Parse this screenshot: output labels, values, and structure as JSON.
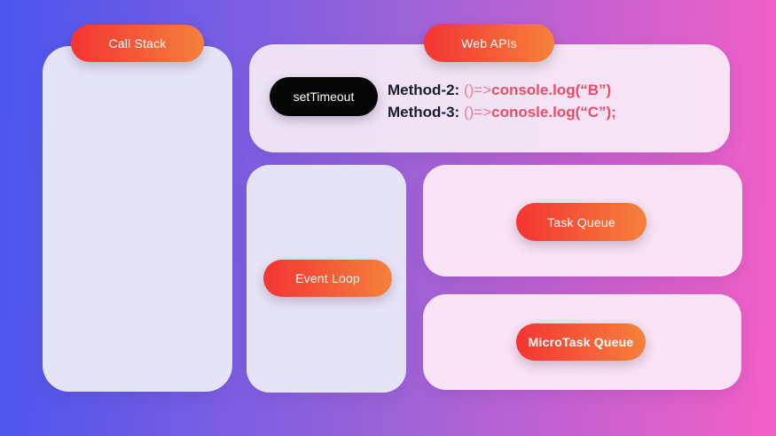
{
  "colors": {
    "background_left": "#4a55ee",
    "background_mid": "#9a63d8",
    "background_right": "#f25fc6",
    "pill_gradient_start": "#f43434",
    "pill_gradient_end": "#f5813a",
    "settimeout_pill": "#060606",
    "panel_lavender": "#e5e3f6",
    "panel_pink": "#f8e2f3",
    "method_label": "#1c1c30",
    "code_arrow": "#f2788f",
    "code_main": "#ee4b66"
  },
  "call_stack": {
    "label": "Call Stack"
  },
  "web_apis": {
    "label": "Web APIs",
    "set_timeout": "setTimeout",
    "methods": [
      {
        "name": "Method-2: ",
        "arrow": "()=>",
        "code": "console.log(“B”)"
      },
      {
        "name": "Method-3: ",
        "arrow": "()=>",
        "code": "conosle.log(“C”);"
      }
    ]
  },
  "event_loop": {
    "label": "Event Loop"
  },
  "task_queue": {
    "label": "Task Queue"
  },
  "microtask_queue": {
    "label": "MicroTask Queue"
  }
}
